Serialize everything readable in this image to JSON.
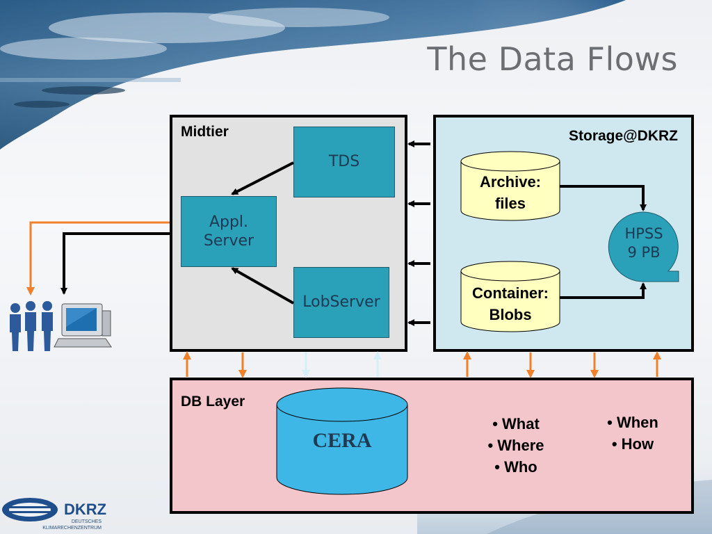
{
  "title": "The Data Flows",
  "midtier": {
    "label": "Midtier",
    "tds": "TDS",
    "appl_server": [
      "Appl.",
      "Server"
    ],
    "lobserver": "LobServer"
  },
  "storage": {
    "label": "Storage@DKRZ",
    "archive": [
      "Archive:",
      "files"
    ],
    "container": [
      "Container:",
      "Blobs"
    ],
    "hpss": [
      "HPSS",
      "9 PB"
    ]
  },
  "db_layer": {
    "label": "DB Layer",
    "cera": "CERA",
    "bullets_left": [
      "• What",
      "• Where",
      "• Who"
    ],
    "bullets_right": [
      "• When",
      "• How"
    ]
  },
  "logo": {
    "name": "DKRZ",
    "line1": "DEUTSCHES",
    "line2": "KLIMARECHENZENTRUM"
  },
  "colors": {
    "midtier_bg": "#e2e2e2",
    "storage_bg": "#cfe7ef",
    "db_bg": "#f2c6cb",
    "teal": "#2aa0b9",
    "cylinder_yellow": "#ffffc0",
    "cera_blue": "#3fb7e6",
    "arrow_orange": "#f0802a",
    "arrow_lightblue": "#d6f0f8"
  }
}
